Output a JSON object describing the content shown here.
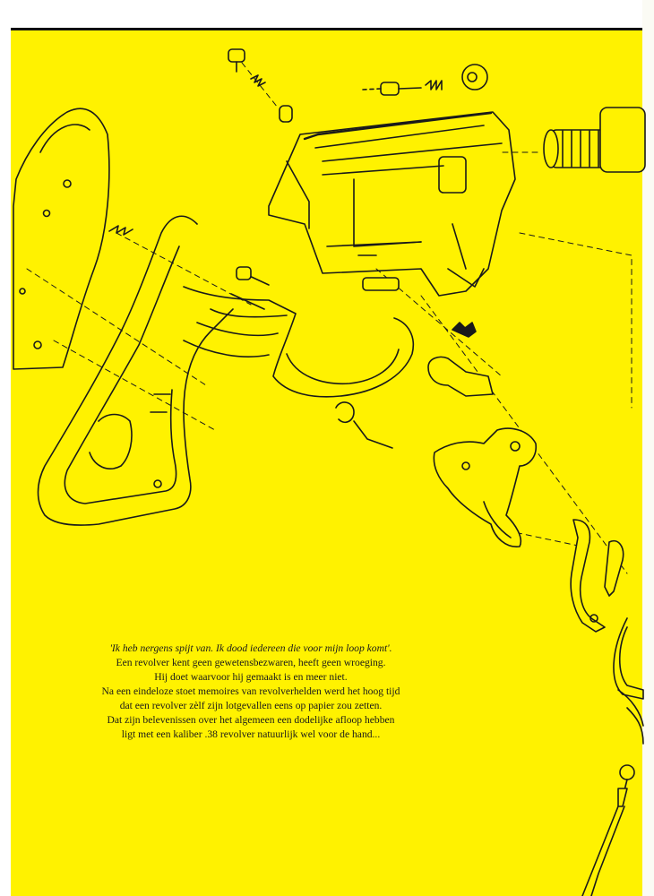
{
  "colors": {
    "background": "#fff200",
    "ink": "#1a1a1a"
  },
  "illustration": {
    "subject": "revolver-exploded-view"
  },
  "caption": {
    "quote": "'Ik heb nergens spijt van. Ik dood iedereen die voor mijn loop komt'.",
    "lines": [
      "Een revolver kent geen gewetensbezwaren, heeft geen wroeging.",
      "Hij doet waarvoor hij gemaakt is en meer niet.",
      "Na een eindeloze stoet memoires van revolverhelden werd het hoog tijd",
      "dat een revolver zèlf zijn lotgevallen eens op papier zou zetten.",
      "Dat zijn belevenissen over het algemeen een dodelijke afloop hebben",
      "ligt met een kaliber .38 revolver natuurlijk wel voor de hand..."
    ]
  }
}
